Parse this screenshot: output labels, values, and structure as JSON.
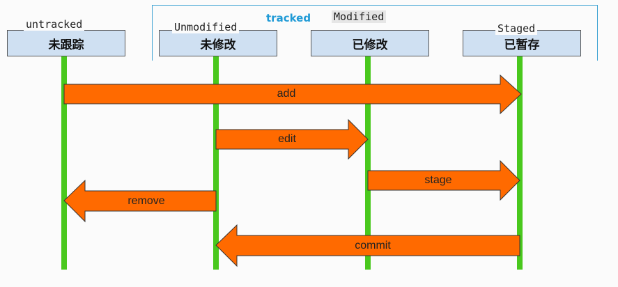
{
  "tracked_group_label": "tracked",
  "states": [
    {
      "id": "untracked",
      "en": "untracked",
      "zh": "未跟踪"
    },
    {
      "id": "unmodified",
      "en": "Unmodified",
      "zh": "未修改"
    },
    {
      "id": "modified",
      "en": "Modified",
      "zh": "已修改"
    },
    {
      "id": "staged",
      "en": "Staged",
      "zh": "已暂存"
    }
  ],
  "transitions": [
    {
      "label": "add",
      "from": "untracked",
      "to": "staged"
    },
    {
      "label": "edit",
      "from": "unmodified",
      "to": "modified"
    },
    {
      "label": "stage",
      "from": "modified",
      "to": "staged"
    },
    {
      "label": "remove",
      "from": "unmodified",
      "to": "untracked"
    },
    {
      "label": "commit",
      "from": "staged",
      "to": "unmodified"
    }
  ],
  "colors": {
    "arrow_fill": "#ff6a00",
    "arrow_stroke": "#333333",
    "lifeline": "#49c81d",
    "state_box": "#cfe0f2",
    "tracked_frame": "#3fa3d3"
  }
}
